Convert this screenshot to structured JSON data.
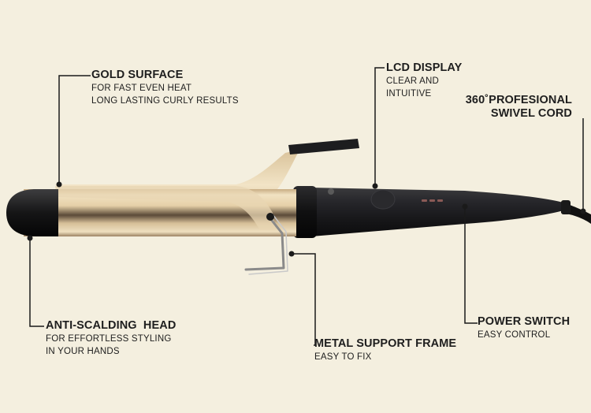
{
  "colors": {
    "background": "#f4efdf",
    "gold": "#d9c29a",
    "handle": "#1d1d1f",
    "leader_line": "#1a1a1a"
  },
  "callouts": {
    "gold_surface": {
      "title": "GOLD SURFACE",
      "lines": [
        "FOR FAST EVEN HEAT",
        "LONG LASTING CURLY RESULTS"
      ]
    },
    "lcd_display": {
      "title": "LCD DISPLAY",
      "lines": [
        "CLEAR AND",
        "INTUITIVE"
      ]
    },
    "swivel_cord": {
      "title_lines": [
        "360˚PROFESIONAL",
        "SWIVEL CORD"
      ]
    },
    "anti_scalding_head": {
      "title": "ANTI-SCALDING  HEAD",
      "lines": [
        "FOR EFFORTLESS STYLING",
        "IN YOUR HANDS"
      ]
    },
    "metal_support_frame": {
      "title": "METAL SUPPORT FRAME",
      "lines": [
        "EASY TO FIX"
      ]
    },
    "power_switch": {
      "title": "POWER SWITCH",
      "lines": [
        "EASY CONTROL"
      ]
    }
  }
}
